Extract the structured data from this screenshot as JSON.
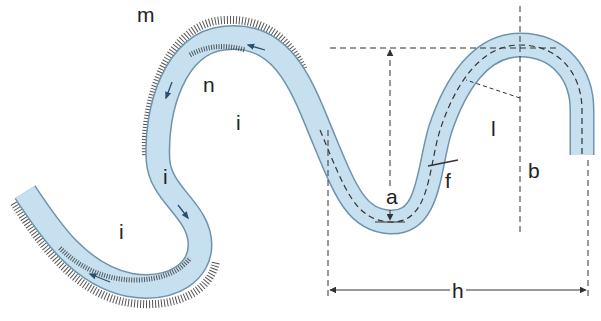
{
  "diagram": {
    "labels": [
      "m",
      "n",
      "i",
      "i",
      "i",
      "a",
      "f",
      "l",
      "b",
      "h"
    ]
  }
}
